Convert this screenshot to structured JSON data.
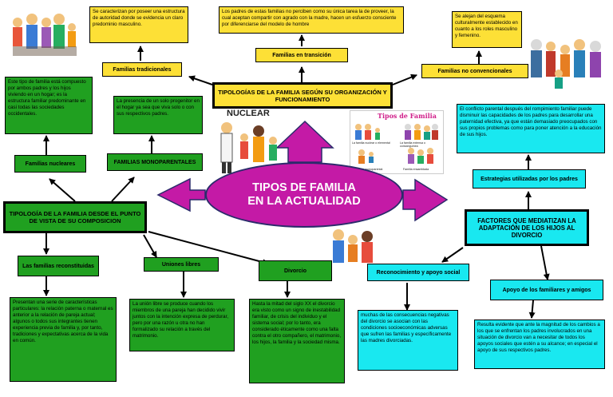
{
  "center": {
    "line1": "TIPOS DE FAMILIA",
    "line2": "EN LA ACTUALIDAD"
  },
  "top_title": "TIPOLOGÍAS DE LA FAMILIA SEGÚN SU ORGANIZACIÓN Y FUNCIONAMIENTO",
  "left_title": "TIPOLOGÍA DE LA FAMILIA DESDE EL PUNTO DE VISTA DE SU COMPOSICION",
  "right_title": "FACTORES QUE MEDIATIZAN LA ADAPTACIÓN DE LOS HIJOS AL DIVORCIO",
  "tipologias": {
    "tradicionales": {
      "label": "Familias tradicionales",
      "desc": "Se caracterizan por poseer una estructura de autoridad donde se evidencia un claro predominio masculino."
    },
    "transicion": {
      "label": "Familias en transición",
      "desc": "Los padres de estas familias no perciben como su única tarea la de proveer, la cual aceptan compartir con agrado con la madre, hacen un esfuerzo consciente por diferenciarse del modelo de hombre"
    },
    "no_convencionales": {
      "label": "Familias no convencionales",
      "desc": "Se alejan del esquema culturalmente establecido en cuanto a los roles masculino y femenino."
    }
  },
  "composicion": {
    "nucleares": {
      "label": "Familias nucleares",
      "desc": "Este tipo de familia está compuesto por ambos padres y los hijos viviendo en un hogar; es la estructura familiar predominante en casi todas las sociedades occidentales."
    },
    "monoparentales": {
      "label": "FAMILIAS MONOPARENTALES",
      "desc": "La presencia de un solo progenitor en el hogar ya sea que viva solo o con sus respectivos padres."
    },
    "reconstituidas": {
      "label": "Las familias reconstituidas",
      "desc": "Presentan una serie de características particulares: la relación paterna o maternal es anterior a la relación de pareja actual; algunos o todos sus integrantes tienen experiencia previa de familia y, por tanto, tradiciones y expectativas acerca de la vida en común."
    },
    "uniones_libres": {
      "label": "Uniones libres",
      "desc": "La unión libre se produce cuando los miembros de una pareja han decidido vivir juntos con la intención expresa de perdurar, pero por una razón u otra no han formalizado su relación a través del matrimonio."
    },
    "divorcio": {
      "label": "Divorcio",
      "desc": "Hasta la mitad del siglo XX el divorcio era visto como un signo de inestabilidad familiar, de crisis del individuo y el sistema social; por lo tanto, era considerado éticamente como una falta contra el otro compañero, el matrimonio, los hijos, la familia y la sociedad misma."
    }
  },
  "factores": {
    "estrategias": {
      "label": "Estrategias utilizadas por los padres",
      "desc": "El conflicto parental después del rompimiento familiar puede disminuir las capacidades de los padres para desarrollar una paternidad efectiva, ya que están demasiado preocupados con sus propios problemas como para poner atención a la educación de sus hijos."
    },
    "reconocimiento": {
      "label": "Reconocimiento y apoyo social",
      "desc": "muchas de las consecuencias negativas del divorcio se asocian con las condiciones socioeconómicas adversas que sufren las familias y específicamente las madres divorciadas."
    },
    "apoyo": {
      "label": "Apoyo de los familiares y amigos",
      "desc": "Resulta evidente que ante la magnitud de los cambios a los que se enfrentan los padres involucrados en una situación de divorcio van a necesitar de todos los apoyos sociales que estén a su alcance; en especial el apoyo de sus respectivos padres."
    }
  },
  "images": {
    "nuclear_caption": "NUCLEAR",
    "collage_title": "Tipos de Familia",
    "collage_c1": "La familia nuclear o elemental",
    "collage_c2": "La familia extensa o consanguínea",
    "collage_c3": "La familia monoparental",
    "collage_c4": "Familia ensamblada"
  },
  "colors": {
    "yellow": "#fde036",
    "green": "#20a020",
    "cyan": "#19e8f0",
    "magenta": "#c41aa6",
    "arrow": "#c41aa6"
  }
}
